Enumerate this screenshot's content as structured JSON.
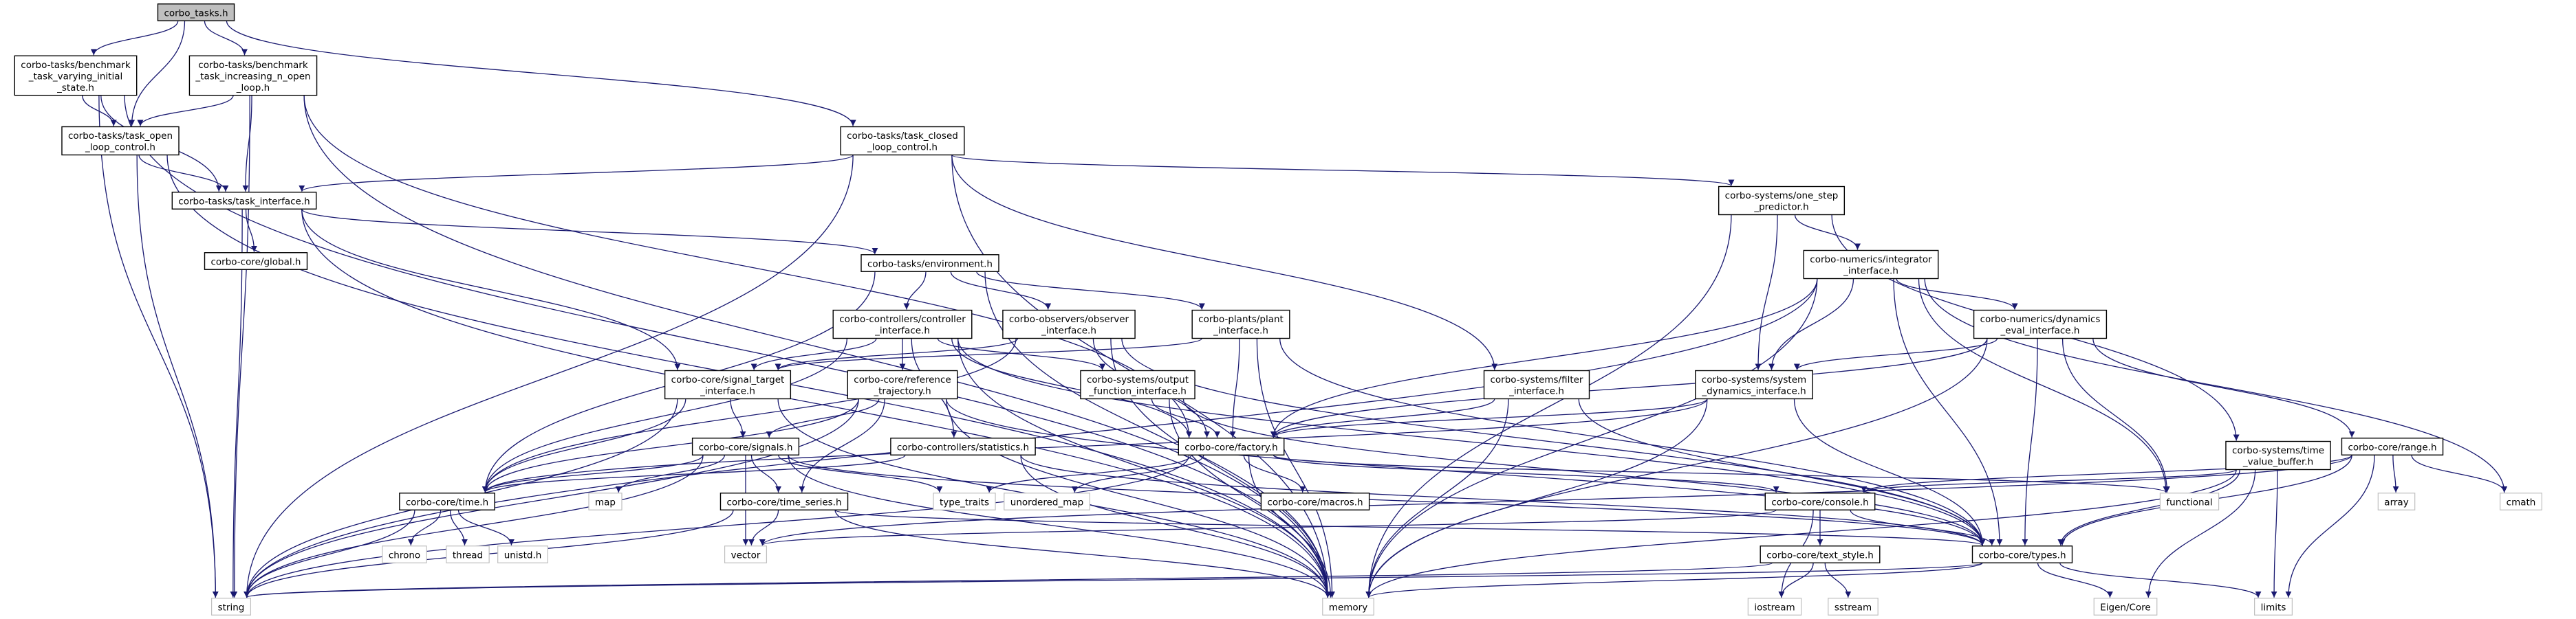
{
  "diagram": {
    "type": "include-dependency-graph",
    "nodes": [
      {
        "id": "n_root",
        "lines": [
          "corbo_tasks.h"
        ],
        "kind": "root"
      },
      {
        "id": "n_bvar",
        "lines": [
          "corbo-tasks/benchmark",
          "_task_varying_initial",
          "_state.h"
        ],
        "kind": "file"
      },
      {
        "id": "n_binc",
        "lines": [
          "corbo-tasks/benchmark",
          "_task_increasing_n_open",
          "_loop.h"
        ],
        "kind": "file"
      },
      {
        "id": "n_topen",
        "lines": [
          "corbo-tasks/task_open",
          "_loop_control.h"
        ],
        "kind": "file"
      },
      {
        "id": "n_tclosed",
        "lines": [
          "corbo-tasks/task_closed",
          "_loop_control.h"
        ],
        "kind": "file"
      },
      {
        "id": "n_tiface",
        "lines": [
          "corbo-tasks/task_interface.h"
        ],
        "kind": "file"
      },
      {
        "id": "n_global",
        "lines": [
          "corbo-core/global.h"
        ],
        "kind": "file"
      },
      {
        "id": "n_env",
        "lines": [
          "corbo-tasks/environment.h"
        ],
        "kind": "file"
      },
      {
        "id": "n_osp",
        "lines": [
          "corbo-systems/one_step",
          "_predictor.h"
        ],
        "kind": "file"
      },
      {
        "id": "n_integ",
        "lines": [
          "corbo-numerics/integrator",
          "_interface.h"
        ],
        "kind": "file"
      },
      {
        "id": "n_ctrl",
        "lines": [
          "corbo-controllers/controller",
          "_interface.h"
        ],
        "kind": "file"
      },
      {
        "id": "n_obs",
        "lines": [
          "corbo-observers/observer",
          "_interface.h"
        ],
        "kind": "file"
      },
      {
        "id": "n_plant",
        "lines": [
          "corbo-plants/plant",
          "_interface.h"
        ],
        "kind": "file"
      },
      {
        "id": "n_filter",
        "lines": [
          "corbo-systems/filter",
          "_interface.h"
        ],
        "kind": "file"
      },
      {
        "id": "n_dyneval",
        "lines": [
          "corbo-numerics/dynamics",
          "_eval_interface.h"
        ],
        "kind": "file"
      },
      {
        "id": "n_sigtarget",
        "lines": [
          "corbo-core/signal_target",
          "_interface.h"
        ],
        "kind": "file"
      },
      {
        "id": "n_reftraj",
        "lines": [
          "corbo-core/reference",
          "_trajectory.h"
        ],
        "kind": "file"
      },
      {
        "id": "n_outfunc",
        "lines": [
          "corbo-systems/output",
          "_function_interface.h"
        ],
        "kind": "file"
      },
      {
        "id": "n_sysdyn",
        "lines": [
          "corbo-systems/system",
          "_dynamics_interface.h"
        ],
        "kind": "file"
      },
      {
        "id": "n_signals",
        "lines": [
          "corbo-core/signals.h"
        ],
        "kind": "file"
      },
      {
        "id": "n_stats",
        "lines": [
          "corbo-controllers/statistics.h"
        ],
        "kind": "file"
      },
      {
        "id": "n_factory",
        "lines": [
          "corbo-core/factory.h"
        ],
        "kind": "file"
      },
      {
        "id": "n_tvb",
        "lines": [
          "corbo-systems/time",
          "_value_buffer.h"
        ],
        "kind": "file"
      },
      {
        "id": "n_range",
        "lines": [
          "corbo-core/range.h"
        ],
        "kind": "file"
      },
      {
        "id": "n_time",
        "lines": [
          "corbo-core/time.h"
        ],
        "kind": "file"
      },
      {
        "id": "n_map",
        "lines": [
          "map"
        ],
        "kind": "external"
      },
      {
        "id": "n_timeseries",
        "lines": [
          "corbo-core/time_series.h"
        ],
        "kind": "file"
      },
      {
        "id": "n_typetraits",
        "lines": [
          "type_traits"
        ],
        "kind": "external"
      },
      {
        "id": "n_umap",
        "lines": [
          "unordered_map"
        ],
        "kind": "external"
      },
      {
        "id": "n_macros",
        "lines": [
          "corbo-core/macros.h"
        ],
        "kind": "file"
      },
      {
        "id": "n_console",
        "lines": [
          "corbo-core/console.h"
        ],
        "kind": "file"
      },
      {
        "id": "n_functional",
        "lines": [
          "functional"
        ],
        "kind": "external"
      },
      {
        "id": "n_array",
        "lines": [
          "array"
        ],
        "kind": "external"
      },
      {
        "id": "n_cmath",
        "lines": [
          "cmath"
        ],
        "kind": "external"
      },
      {
        "id": "n_chrono",
        "lines": [
          "chrono"
        ],
        "kind": "external"
      },
      {
        "id": "n_thread",
        "lines": [
          "thread"
        ],
        "kind": "external"
      },
      {
        "id": "n_unistd",
        "lines": [
          "unistd.h"
        ],
        "kind": "external"
      },
      {
        "id": "n_vector",
        "lines": [
          "vector"
        ],
        "kind": "external"
      },
      {
        "id": "n_types",
        "lines": [
          "corbo-core/types.h"
        ],
        "kind": "file"
      },
      {
        "id": "n_textstyle",
        "lines": [
          "corbo-core/text_style.h"
        ],
        "kind": "file"
      },
      {
        "id": "n_string",
        "lines": [
          "string"
        ],
        "kind": "external"
      },
      {
        "id": "n_memory",
        "lines": [
          "memory"
        ],
        "kind": "external"
      },
      {
        "id": "n_iostream",
        "lines": [
          "iostream"
        ],
        "kind": "external"
      },
      {
        "id": "n_sstream",
        "lines": [
          "sstream"
        ],
        "kind": "external"
      },
      {
        "id": "n_eigen",
        "lines": [
          "Eigen/Core"
        ],
        "kind": "external"
      },
      {
        "id": "n_limits",
        "lines": [
          "limits"
        ],
        "kind": "external"
      }
    ],
    "edges": [
      [
        "n_root",
        "n_bvar"
      ],
      [
        "n_root",
        "n_binc"
      ],
      [
        "n_root",
        "n_topen"
      ],
      [
        "n_root",
        "n_tclosed"
      ],
      [
        "n_bvar",
        "n_topen"
      ],
      [
        "n_bvar",
        "n_tiface"
      ],
      [
        "n_bvar",
        "n_string"
      ],
      [
        "n_bvar",
        "n_memory"
      ],
      [
        "n_binc",
        "n_topen"
      ],
      [
        "n_binc",
        "n_tiface"
      ],
      [
        "n_binc",
        "n_string"
      ],
      [
        "n_binc",
        "n_memory"
      ],
      [
        "n_topen",
        "n_tiface"
      ],
      [
        "n_topen",
        "n_string"
      ],
      [
        "n_topen",
        "n_memory"
      ],
      [
        "n_tclosed",
        "n_tiface"
      ],
      [
        "n_tclosed",
        "n_osp"
      ],
      [
        "n_tclosed",
        "n_filter"
      ],
      [
        "n_tclosed",
        "n_string"
      ],
      [
        "n_tclosed",
        "n_memory"
      ],
      [
        "n_tiface",
        "n_global"
      ],
      [
        "n_tiface",
        "n_env"
      ],
      [
        "n_tiface",
        "n_sigtarget"
      ],
      [
        "n_tiface",
        "n_string"
      ],
      [
        "n_tiface",
        "n_memory"
      ],
      [
        "n_env",
        "n_ctrl"
      ],
      [
        "n_env",
        "n_obs"
      ],
      [
        "n_env",
        "n_plant"
      ],
      [
        "n_env",
        "n_time"
      ],
      [
        "n_env",
        "n_memory"
      ],
      [
        "n_osp",
        "n_integ"
      ],
      [
        "n_osp",
        "n_sysdyn"
      ],
      [
        "n_osp",
        "n_tvb"
      ],
      [
        "n_osp",
        "n_memory"
      ],
      [
        "n_integ",
        "n_dyneval"
      ],
      [
        "n_integ",
        "n_sysdyn"
      ],
      [
        "n_integ",
        "n_factory"
      ],
      [
        "n_integ",
        "n_types"
      ],
      [
        "n_integ",
        "n_functional"
      ],
      [
        "n_integ",
        "n_cmath"
      ],
      [
        "n_integ",
        "n_memory"
      ],
      [
        "n_integ",
        "n_string"
      ],
      [
        "n_ctrl",
        "n_sigtarget"
      ],
      [
        "n_ctrl",
        "n_reftraj"
      ],
      [
        "n_ctrl",
        "n_outfunc"
      ],
      [
        "n_ctrl",
        "n_stats"
      ],
      [
        "n_ctrl",
        "n_time"
      ],
      [
        "n_ctrl",
        "n_factory"
      ],
      [
        "n_ctrl",
        "n_types"
      ],
      [
        "n_ctrl",
        "n_memory"
      ],
      [
        "n_obs",
        "n_sigtarget"
      ],
      [
        "n_obs",
        "n_factory"
      ],
      [
        "n_obs",
        "n_time"
      ],
      [
        "n_obs",
        "n_types"
      ],
      [
        "n_obs",
        "n_memory"
      ],
      [
        "n_plant",
        "n_sigtarget"
      ],
      [
        "n_plant",
        "n_factory"
      ],
      [
        "n_plant",
        "n_types"
      ],
      [
        "n_plant",
        "n_memory"
      ],
      [
        "n_filter",
        "n_factory"
      ],
      [
        "n_filter",
        "n_types"
      ],
      [
        "n_filter",
        "n_memory"
      ],
      [
        "n_dyneval",
        "n_sysdyn"
      ],
      [
        "n_dyneval",
        "n_range"
      ],
      [
        "n_dyneval",
        "n_factory"
      ],
      [
        "n_dyneval",
        "n_types"
      ],
      [
        "n_dyneval",
        "n_functional"
      ],
      [
        "n_dyneval",
        "n_memory"
      ],
      [
        "n_sigtarget",
        "n_signals"
      ],
      [
        "n_sigtarget",
        "n_time"
      ],
      [
        "n_sigtarget",
        "n_memory"
      ],
      [
        "n_sigtarget",
        "n_string"
      ],
      [
        "n_reftraj",
        "n_signals"
      ],
      [
        "n_reftraj",
        "n_timeseries"
      ],
      [
        "n_reftraj",
        "n_time"
      ],
      [
        "n_reftraj",
        "n_types"
      ],
      [
        "n_reftraj",
        "n_memory"
      ],
      [
        "n_reftraj",
        "n_string"
      ],
      [
        "n_outfunc",
        "n_factory"
      ],
      [
        "n_outfunc",
        "n_types"
      ],
      [
        "n_outfunc",
        "n_memory"
      ],
      [
        "n_sysdyn",
        "n_factory"
      ],
      [
        "n_sysdyn",
        "n_types"
      ],
      [
        "n_sysdyn",
        "n_time"
      ],
      [
        "n_sysdyn",
        "n_memory"
      ],
      [
        "n_signals",
        "n_time"
      ],
      [
        "n_signals",
        "n_timeseries"
      ],
      [
        "n_signals",
        "n_map"
      ],
      [
        "n_signals",
        "n_typetraits"
      ],
      [
        "n_signals",
        "n_types"
      ],
      [
        "n_signals",
        "n_memory"
      ],
      [
        "n_signals",
        "n_string"
      ],
      [
        "n_signals",
        "n_vector"
      ],
      [
        "n_stats",
        "n_time"
      ],
      [
        "n_stats",
        "n_types"
      ],
      [
        "n_stats",
        "n_memory"
      ],
      [
        "n_factory",
        "n_console"
      ],
      [
        "n_factory",
        "n_macros"
      ],
      [
        "n_factory",
        "n_typetraits"
      ],
      [
        "n_factory",
        "n_umap"
      ],
      [
        "n_factory",
        "n_functional"
      ],
      [
        "n_factory",
        "n_memory"
      ],
      [
        "n_factory",
        "n_string"
      ],
      [
        "n_tvb",
        "n_console"
      ],
      [
        "n_tvb",
        "n_types"
      ],
      [
        "n_tvb",
        "n_eigen"
      ],
      [
        "n_tvb",
        "n_limits"
      ],
      [
        "n_tvb",
        "n_memory"
      ],
      [
        "n_range",
        "n_console"
      ],
      [
        "n_range",
        "n_types"
      ],
      [
        "n_range",
        "n_array"
      ],
      [
        "n_range",
        "n_cmath"
      ],
      [
        "n_range",
        "n_limits"
      ],
      [
        "n_range",
        "n_vector"
      ],
      [
        "n_time",
        "n_chrono"
      ],
      [
        "n_time",
        "n_thread"
      ],
      [
        "n_time",
        "n_unistd"
      ],
      [
        "n_time",
        "n_string"
      ],
      [
        "n_timeseries",
        "n_types"
      ],
      [
        "n_timeseries",
        "n_vector"
      ],
      [
        "n_timeseries",
        "n_memory"
      ],
      [
        "n_timeseries",
        "n_string"
      ],
      [
        "n_console",
        "n_textstyle"
      ],
      [
        "n_console",
        "n_types"
      ],
      [
        "n_console",
        "n_vector"
      ],
      [
        "n_console",
        "n_iostream"
      ],
      [
        "n_textstyle",
        "n_iostream"
      ],
      [
        "n_textstyle",
        "n_sstream"
      ],
      [
        "n_textstyle",
        "n_string"
      ],
      [
        "n_types",
        "n_eigen"
      ],
      [
        "n_types",
        "n_limits"
      ],
      [
        "n_types",
        "n_memory"
      ],
      [
        "n_types",
        "n_string"
      ],
      [
        "n_binc",
        "n_factory"
      ]
    ]
  }
}
